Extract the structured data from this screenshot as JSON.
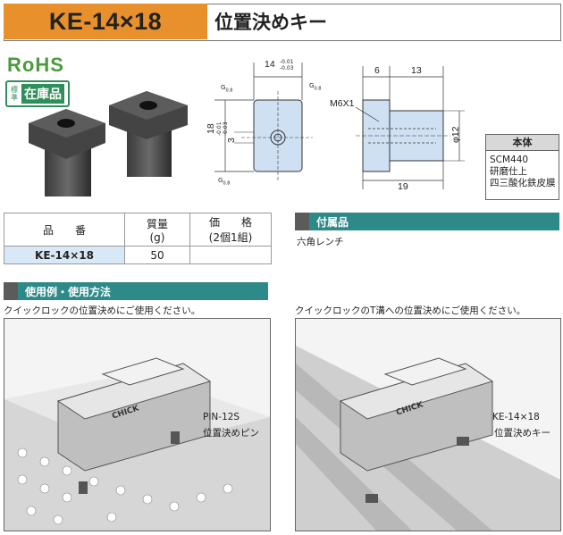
{
  "header": {
    "model_code": "KE-14×18",
    "product_name": "位置決めキー"
  },
  "badges": {
    "rohs": "RoHS",
    "stock_small": "標準",
    "stock_big": "在庫品"
  },
  "drawing": {
    "width_dim": "14",
    "width_tol_upper": "-0.01",
    "width_tol_lower": "-0.03",
    "height_dim": "18",
    "height_tol_upper": "-0.01",
    "height_tol_lower": "-0.03",
    "center_dim": "3",
    "thread_label": "M6X1",
    "side_dim_a": "6",
    "side_dim_b": "13",
    "side_total": "19",
    "diameter": "φ12",
    "roughness_g": "G",
    "roughness_val": "0.8"
  },
  "material": {
    "header": "本体",
    "lines": [
      "SCM440",
      "研磨仕上",
      "四三酸化鉄皮膜"
    ]
  },
  "spec_table": {
    "headers": {
      "part_number": "品　　番",
      "weight": "質量",
      "weight_unit": "(g)",
      "price": "価　　格",
      "price_unit": "(2個1組)"
    },
    "rows": [
      {
        "part_number": "KE-14×18",
        "weight": "50",
        "price": ""
      }
    ]
  },
  "accessories": {
    "title": "付属品",
    "text": "六角レンチ"
  },
  "usage": {
    "title": "使用例・使用方法",
    "left_caption": "クイックロックの位置決めにご使用ください。",
    "right_caption": "クイックロックのT溝への位置決めにご使用ください。",
    "left_label_code": "PIN-12S",
    "left_label_name": "位置決めピン",
    "right_label_code": "KE-14×18",
    "right_label_name": "位置決めキー",
    "brand": "CHICK"
  },
  "colors": {
    "title_orange": "#e8912c",
    "section_teal": "#2e8a88",
    "rohs_green": "#4a9b3c",
    "part_blue": "#cfe0f3"
  }
}
